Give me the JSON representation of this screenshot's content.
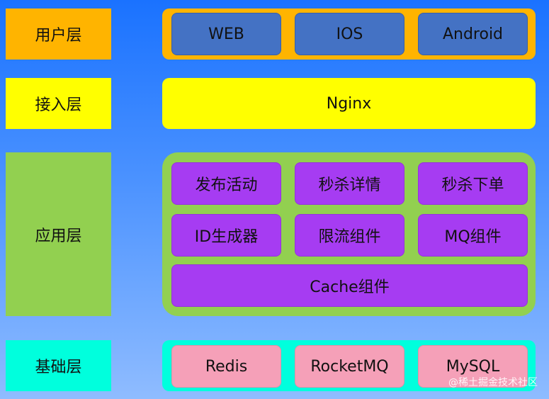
{
  "layers": {
    "user": {
      "label": "用户层",
      "items": [
        "WEB",
        "IOS",
        "Android"
      ]
    },
    "access": {
      "label": "接入层",
      "item": "Nginx"
    },
    "app": {
      "label": "应用层",
      "items": [
        "发布活动",
        "秒杀详情",
        "秒杀下单",
        "ID生成器",
        "限流组件",
        "MQ组件"
      ],
      "wide_item": "Cache组件"
    },
    "base": {
      "label": "基础层",
      "items": [
        "Redis",
        "RocketMQ",
        "MySQL"
      ]
    }
  },
  "watermark": "@稀土掘金技术社区",
  "colors": {
    "user_layer": "#ffb400",
    "access_layer": "#ffff00",
    "app_layer": "#92d050",
    "base_layer": "#00ffdd",
    "client_box": "#4472c4",
    "app_box": "#a63cf2",
    "base_box": "#f5a0b8"
  }
}
